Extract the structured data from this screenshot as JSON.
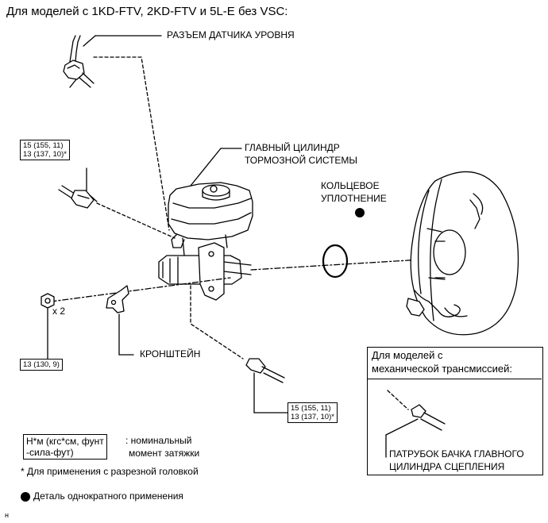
{
  "title": "Для моделей с 1KD-FTV, 2KD-FTV и 5L-E без VSC:",
  "labels": {
    "level_sensor": "РАЗЪЕМ ДАТЧИКА УРОВНЯ",
    "master_cyl_1": "ГЛАВНЫЙ ЦИЛИНДР",
    "master_cyl_2": "ТОРМОЗНОЙ СИСТЕМЫ",
    "oring_1": "КОЛЬЦЕВОЕ",
    "oring_2": "УПЛОТНЕНИЕ",
    "bracket": "КРОНШТЕЙН",
    "x2": "x 2",
    "hose_1": "ПАТРУБОК БАЧКА ГЛАВНОГО",
    "hose_2": "ЦИЛИНДРА СЦЕПЛЕНИЯ"
  },
  "torques": {
    "top_left_1": "15 (155, 11)",
    "top_left_2": "13 (137, 10)*",
    "nut": "13 (130, 9)",
    "bottom_1": "15 (155, 11)",
    "bottom_2": "13 (137, 10)*"
  },
  "manual_box": {
    "line1": "Для моделей с",
    "line2": "механической трансмиссией:"
  },
  "legend": {
    "unit_1": "Н*м (кгс*см, фунт",
    "unit_2": "-сила-фут)",
    "nominal_1": ": номинальный",
    "nominal_2": "момент затяжки",
    "note": "* Для применения с разрезной головкой",
    "single_use": "Деталь однократного применения"
  },
  "corner_mark": "н"
}
